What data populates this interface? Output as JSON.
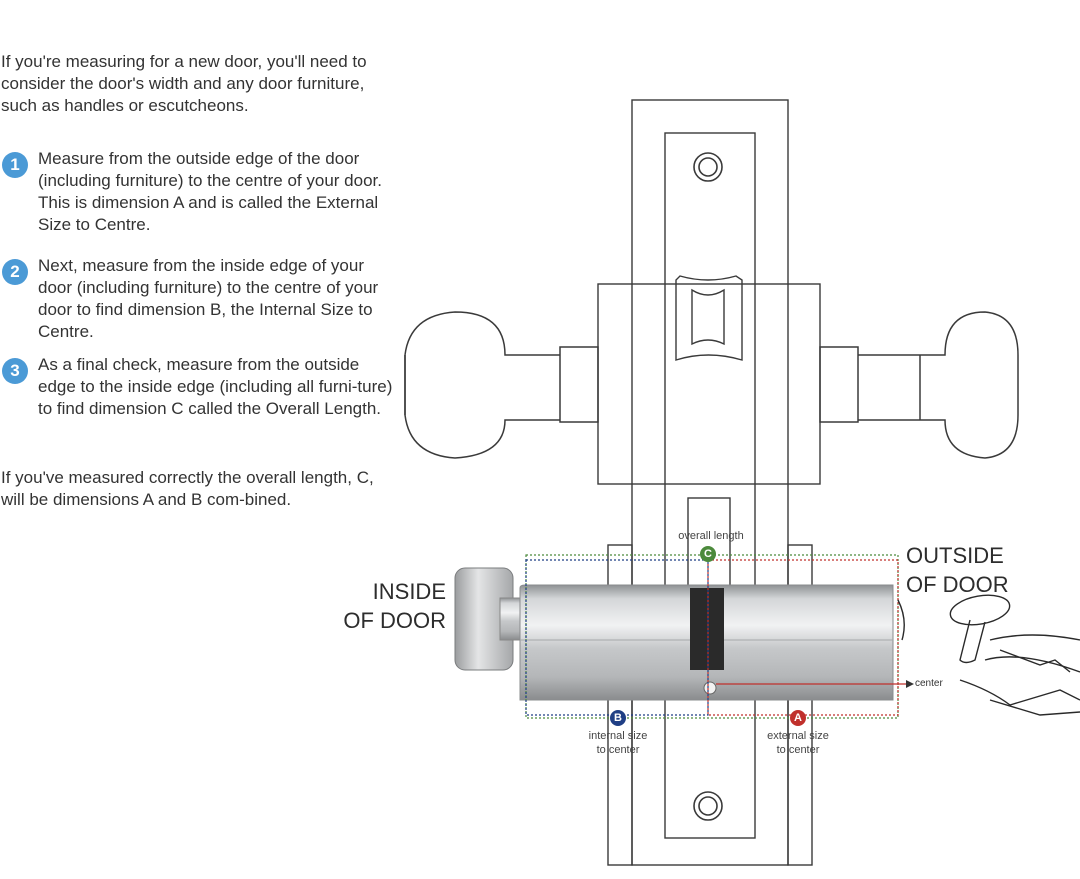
{
  "intro": "If you're measuring for a new door, you'll need to consider the door's width and any door furniture, such as handles or escutcheons.",
  "steps": [
    {
      "number": "1",
      "text": "Measure from the outside edge of the door (including furniture) to the centre of your door. This is dimension A and is called the External Size to Centre."
    },
    {
      "number": "2",
      "text": "Next, measure from the inside edge of your door (including furniture) to the centre of your door to find dimension B, the Internal Size to Centre."
    },
    {
      "number": "3",
      "text": "As a final check, measure from the outside edge to the inside edge (including all furni-ture) to find dimension C called the Overall Length."
    }
  ],
  "outro": "If you've measured correctly the overall length, C, will be dimensions A and B com-bined.",
  "diagram": {
    "inside_label": [
      "INSIDE",
      "OF DOOR"
    ],
    "outside_label": [
      "OUTSIDE",
      "OF DOOR"
    ],
    "overall_length": {
      "badge": "C",
      "label": "overall length",
      "color": "#4c8a3c"
    },
    "internal_size": {
      "badge": "B",
      "label": [
        "internal size",
        "to center"
      ],
      "color": "#1f3f85"
    },
    "external_size": {
      "badge": "A",
      "label": [
        "external size",
        "to center"
      ],
      "color": "#c0302c"
    },
    "center_label": "center",
    "step_badge_color": "#4b9ad6"
  }
}
